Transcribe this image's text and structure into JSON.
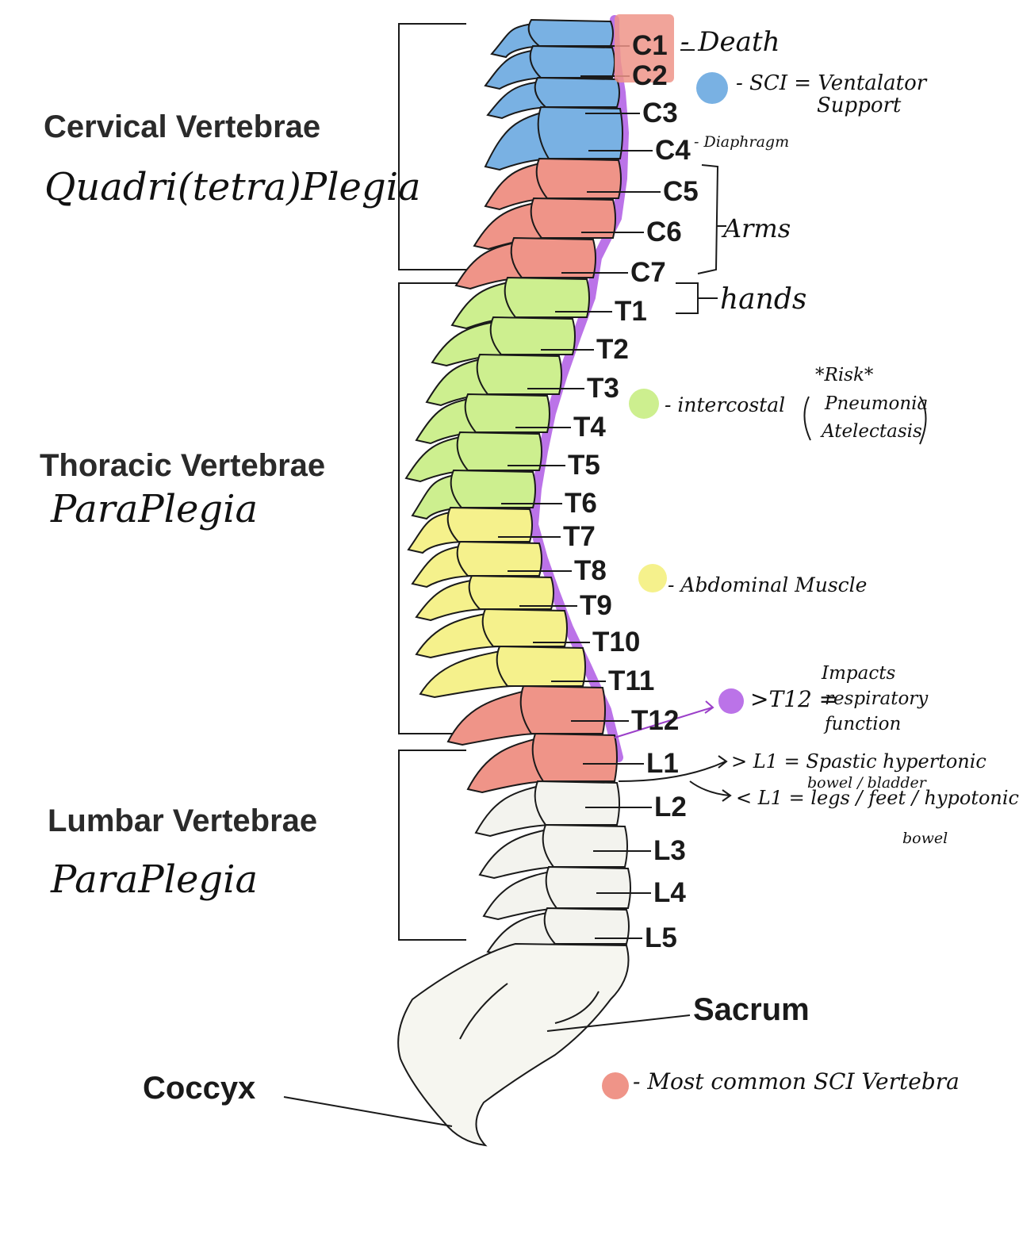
{
  "colors": {
    "cervical_blue": "#79b1e3",
    "salmon": "#ef9488",
    "thoracic_green": "#cdef8f",
    "thoracic_yellow": "#f5f18c",
    "lumbar_white": "#f3f3ee",
    "cord_purple": "#bb73e8",
    "outline": "#1a1a1a"
  },
  "regions": {
    "cervical": {
      "title": "Cervical Vertebrae",
      "note": "Quadri(tetra)Plegia"
    },
    "thoracic": {
      "title": "Thoracic Vertebrae",
      "note": "ParaPlegia"
    },
    "lumbar": {
      "title": "Lumbar Vertebrae",
      "note": "ParaPlegia"
    },
    "sacrum": "Sacrum",
    "coccyx": "Coccyx"
  },
  "vertebrae": [
    {
      "label": "C1",
      "group": "cervical",
      "color": "#79b1e3"
    },
    {
      "label": "C2",
      "group": "cervical",
      "color": "#79b1e3"
    },
    {
      "label": "C3",
      "group": "cervical",
      "color": "#79b1e3"
    },
    {
      "label": "C4",
      "group": "cervical",
      "color": "#79b1e3"
    },
    {
      "label": "C5",
      "group": "cervical",
      "color": "#ef9488"
    },
    {
      "label": "C6",
      "group": "cervical",
      "color": "#ef9488"
    },
    {
      "label": "C7",
      "group": "cervical",
      "color": "#ef9488"
    },
    {
      "label": "T1",
      "group": "thoracic",
      "color": "#cdef8f"
    },
    {
      "label": "T2",
      "group": "thoracic",
      "color": "#cdef8f"
    },
    {
      "label": "T3",
      "group": "thoracic",
      "color": "#cdef8f"
    },
    {
      "label": "T4",
      "group": "thoracic",
      "color": "#cdef8f"
    },
    {
      "label": "T5",
      "group": "thoracic",
      "color": "#cdef8f"
    },
    {
      "label": "T6",
      "group": "thoracic",
      "color": "#cdef8f"
    },
    {
      "label": "T7",
      "group": "thoracic",
      "color": "#f5f18c"
    },
    {
      "label": "T8",
      "group": "thoracic",
      "color": "#f5f18c"
    },
    {
      "label": "T9",
      "group": "thoracic",
      "color": "#f5f18c"
    },
    {
      "label": "T10",
      "group": "thoracic",
      "color": "#f5f18c"
    },
    {
      "label": "T11",
      "group": "thoracic",
      "color": "#f5f18c"
    },
    {
      "label": "T12",
      "group": "thoracic",
      "color": "#ef9488"
    },
    {
      "label": "L1",
      "group": "lumbar",
      "color": "#ef9488"
    },
    {
      "label": "L2",
      "group": "lumbar",
      "color": "#f3f3ee"
    },
    {
      "label": "L3",
      "group": "lumbar",
      "color": "#f3f3ee"
    },
    {
      "label": "L4",
      "group": "lumbar",
      "color": "#f3f3ee"
    },
    {
      "label": "L5",
      "group": "lumbar",
      "color": "#f3f3ee"
    }
  ],
  "annotations": {
    "c1_c2_death": "- Death",
    "sci_ventilator_line1": "- SCI = Ventalator",
    "sci_ventilator_line2": "Support",
    "c4_diaphragm": "- Diaphragm",
    "arms": "Arms",
    "hands": "hands",
    "risk": "*Risk*",
    "intercostal": "- intercostal",
    "pneumonia": "Pneumonia",
    "atelectasis": "Atelectasis",
    "abdominal": "- Abdominal Muscle",
    "t12_label": ">T12 =",
    "t12_impacts1": "Impacts",
    "t12_impacts2": "respiratory",
    "t12_impacts3": "function",
    "gt_l1": "> L1 = Spastic hypertonic",
    "gt_l1_2": "bowel / bladder",
    "lt_l1": "< L1 = legs / feet / hypotonic",
    "lt_l1_2": "bowel",
    "legend_common": "- Most common SCI Vertebra"
  }
}
